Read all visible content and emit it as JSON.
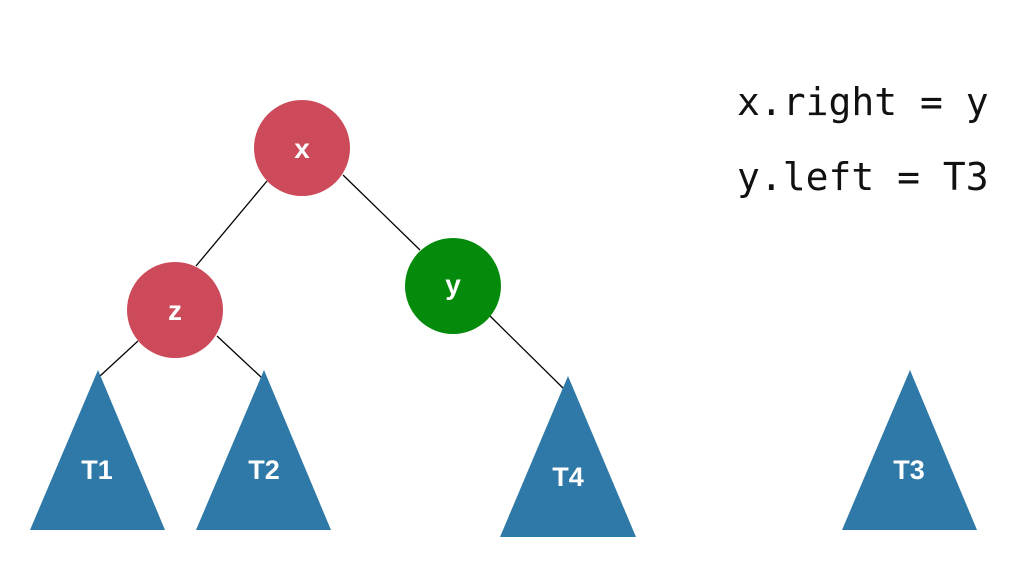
{
  "colors": {
    "red_node": "#cc4a5a",
    "green_node": "#048b0b",
    "subtree": "#2f79a8",
    "edge": "#000000"
  },
  "nodes": {
    "x": "x",
    "z": "z",
    "y": "y"
  },
  "subtrees": {
    "t1": "T1",
    "t2": "T2",
    "t4": "T4",
    "t3": "T3"
  },
  "code": {
    "line1": "x.right = y",
    "line2": "y.left = T3"
  }
}
